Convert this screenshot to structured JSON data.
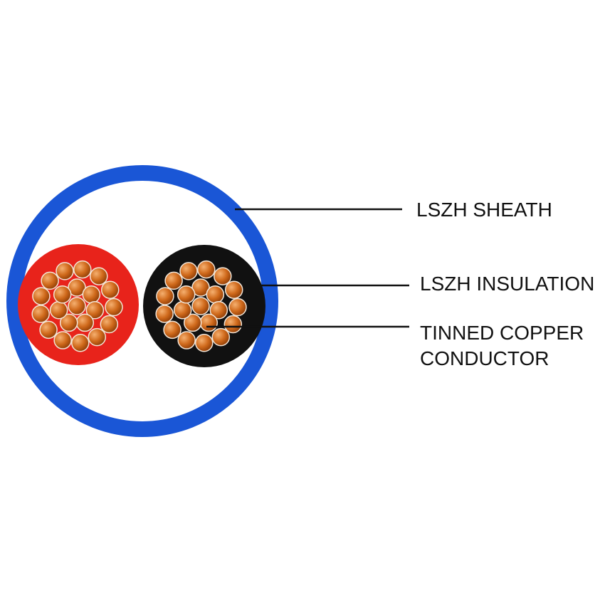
{
  "labels": {
    "sheath": "LSZH SHEATH",
    "insulation": "LSZH INSULATION",
    "conductor_line1": "TINNED COPPER",
    "conductor_line2": "CONDUCTOR"
  },
  "colors": {
    "sheath": "#1a56d6",
    "sheath_fill": "#ffffff",
    "core_red": "#e8231b",
    "core_black": "#111111",
    "copper_dark": "#a84a0a",
    "copper_light": "#f2a460",
    "strand_edge": "#f3e6d8",
    "leader_line": "#111111"
  }
}
